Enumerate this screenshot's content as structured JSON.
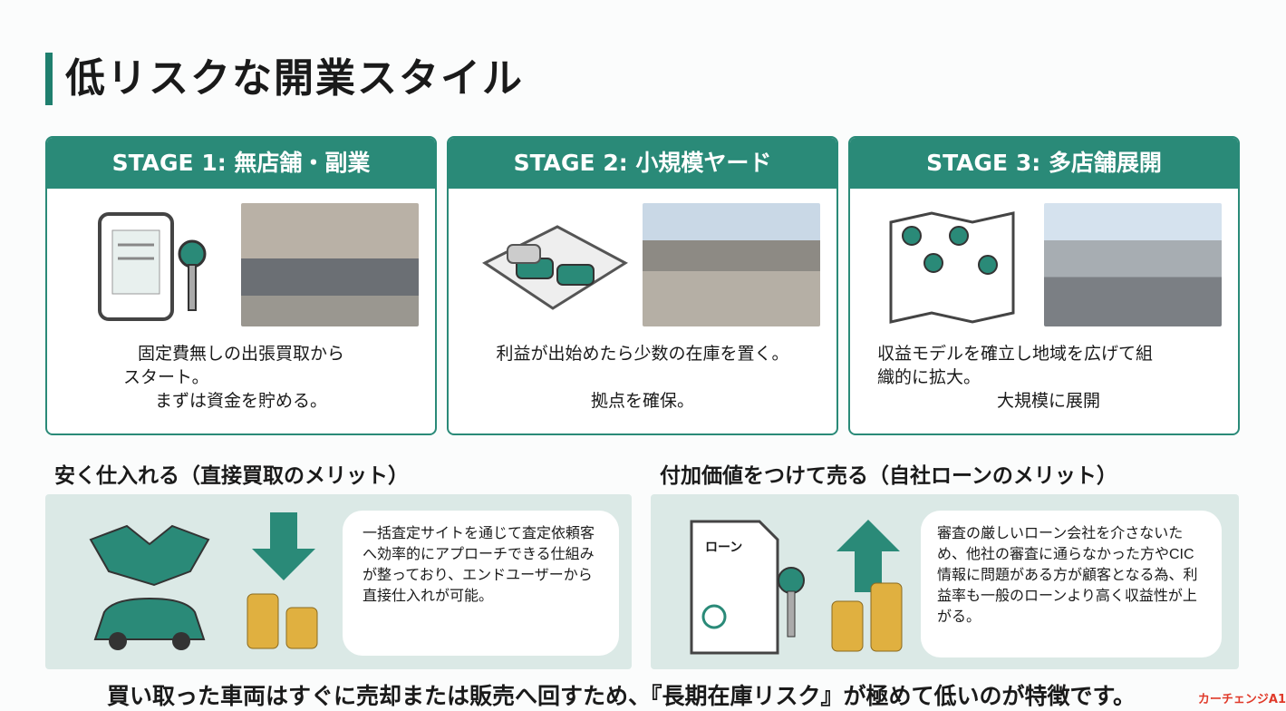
{
  "title": "低リスクな開業スタイル",
  "accent": "#2a8a78",
  "stages": [
    {
      "header": "STAGE 1: 無店舗・副業",
      "icon": "tablet-with-key-icon",
      "photo": "salesman-with-car-photo",
      "lines": [
        "固定費無しの出張買取から",
        "スタート。",
        "まずは資金を貯める。"
      ]
    },
    {
      "header": "STAGE 2: 小規模ヤード",
      "icon": "fenced-parking-yard-icon",
      "photo": "small-car-yard-photo",
      "lines": [
        "利益が出始めたら少数の在庫を置く。",
        "",
        "拠点を確保。"
      ]
    },
    {
      "header": "STAGE 3: 多店舗展開",
      "icon": "map-with-pins-icon",
      "photo": "large-dealership-photo",
      "lines": [
        "収益モデルを確立し地域を広げて組",
        "織的に拡大。",
        "大規模に展開"
      ]
    }
  ],
  "merits": [
    {
      "heading": "安く仕入れる（直接買取のメリット）",
      "icons": [
        "handshake-icon",
        "car-icon",
        "arrow-down-icon",
        "coins-icon"
      ],
      "text": "一括査定サイトを通じて査定依頼客へ効率的にアプローチできる仕組みが整っており、エンドユーザーから直接仕入れが可能。"
    },
    {
      "heading": "付加価値をつけて売る（自社ローンのメリット）",
      "doc_label": "ローン",
      "icons": [
        "loan-document-icon",
        "key-icon",
        "arrow-up-icon",
        "coins-icon"
      ],
      "text": "審査の厳しいローン会社を介さないため、他社の審査に通らなかった方やCIC情報に問題がある方が顧客となる為、利益率も一般のローンより高く収益性が上がる。"
    }
  ],
  "footer": "買い取った車両はすぐに売却または販売へ回すため、『長期在庫リスク』が極めて低いのが特徴です。",
  "logo": "カーチェンジA1"
}
